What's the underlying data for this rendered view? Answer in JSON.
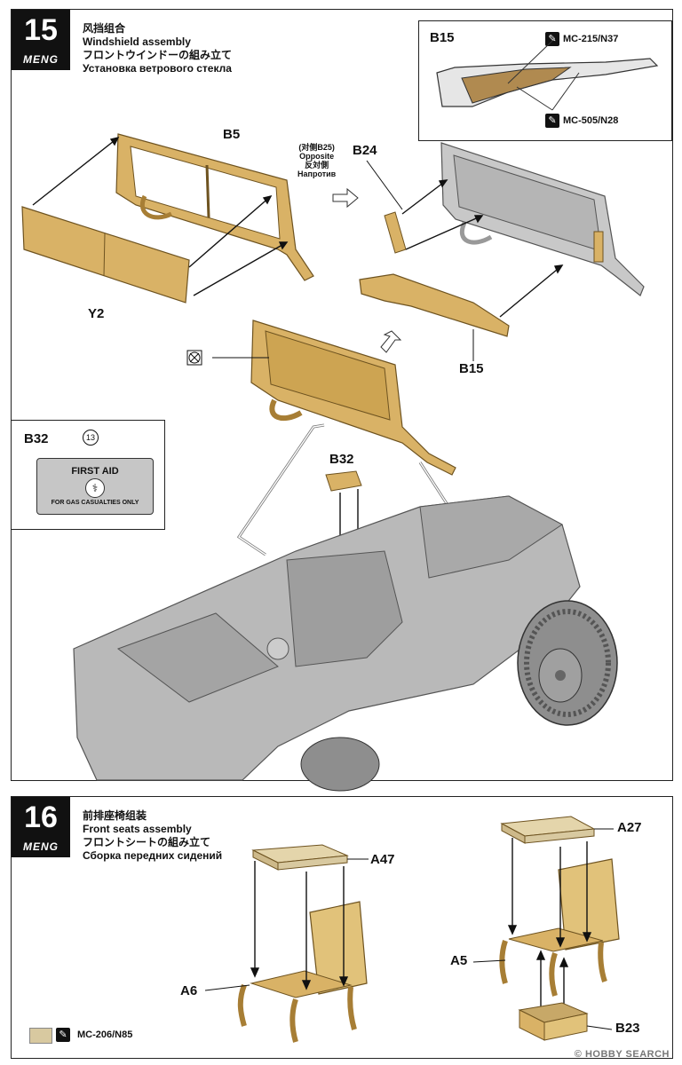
{
  "step15": {
    "number": "15",
    "logo": "MENG",
    "title_cn": "风挡组合",
    "title_en": "Windshield assembly",
    "title_jp": "フロントウインドーの組み立て",
    "title_ru": "Установка ветрового стекла",
    "inset_b15": {
      "label": "B15",
      "paint1": "MC-215/N37",
      "paint2": "MC-505/N28"
    },
    "parts": {
      "b5": "B5",
      "y2": "Y2",
      "b24": "B24",
      "b15": "B15",
      "b32": "B32"
    },
    "opposite": {
      "cn": "(对侧B25)",
      "en": "Opposite",
      "jp": "反対側",
      "ru": "Напротив"
    },
    "inset_b32": {
      "label": "B32",
      "decal_number": "13",
      "decal_line1": "FIRST AID",
      "decal_line2": "FOR GAS CASUALTIES ONLY"
    }
  },
  "step16": {
    "number": "16",
    "logo": "MENG",
    "title_cn": "前排座椅组装",
    "title_en": "Front seats assembly",
    "title_jp": "フロントシートの組み立て",
    "title_ru": "Сборка передних сидений",
    "parts": {
      "a47": "A47",
      "a6": "A6",
      "a27": "A27",
      "a5": "A5",
      "b23": "B23"
    },
    "paint": "MC-206/N85"
  },
  "footer": "© HOBBY SEARCH",
  "colors": {
    "part_tan": "#d9b266",
    "part_tan_dark": "#a77e35",
    "body_grey": "#b9b9b9",
    "body_dark": "#8e8e8e",
    "seat_cushion": "#d8c9a0",
    "stock_brown": "#b08a50"
  }
}
